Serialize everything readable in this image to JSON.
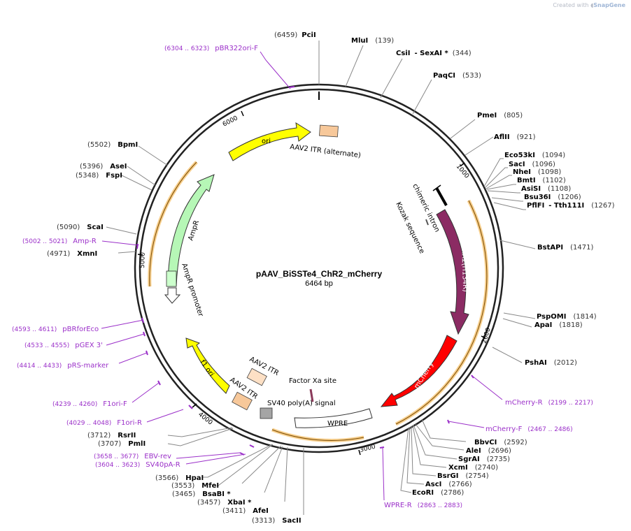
{
  "credit": {
    "prefix": "Created with",
    "brand": "SnapGene"
  },
  "plasmid": {
    "name": "pAAV_BiSSTe4_ChR2_mCherry",
    "size": "6464 bp",
    "length": 6464
  },
  "colors": {
    "chr2": "#8b2b63",
    "mcherry": "#ff0000",
    "ampr": "#b6f7b6",
    "ori": "#ffff00",
    "f1ori": "#ffff00",
    "itr": "#f7c89a",
    "primer": "#9b30c9",
    "orf": "#f0a830"
  },
  "ticks": [
    {
      "label": "1000"
    },
    {
      "label": "2000"
    },
    {
      "label": "3000"
    },
    {
      "label": "4000"
    },
    {
      "label": "5000"
    },
    {
      "label": "6000"
    }
  ],
  "features": [
    {
      "label": "ori"
    },
    {
      "label": "AAV2 ITR (alternate)"
    },
    {
      "label": "chimeric intron"
    },
    {
      "label": "Kozak sequence"
    },
    {
      "label": "ChR2(H134R)"
    },
    {
      "label": "mCherry"
    },
    {
      "label": "WPRE"
    },
    {
      "label": "SV40 poly(A) signal"
    },
    {
      "label": "Factor Xa site"
    },
    {
      "label": "AAV2 ITR"
    },
    {
      "label": "AAV2 ITR"
    },
    {
      "label": "f1 ori"
    },
    {
      "label": "AmpR"
    },
    {
      "label": "AmpR promoter"
    }
  ],
  "enzymes": [
    {
      "name": "PciI",
      "pos": "(6459)"
    },
    {
      "name": "MluI",
      "pos": "(139)"
    },
    {
      "name": "CsiI",
      "extra": "- SexAI *",
      "pos": "(344)"
    },
    {
      "name": "PaqCI",
      "pos": "(533)"
    },
    {
      "name": "PmeI",
      "pos": "(805)"
    },
    {
      "name": "AflII",
      "pos": "(921)"
    },
    {
      "name": "Eco53kI",
      "pos": "(1094)"
    },
    {
      "name": "SacI",
      "pos": "(1096)"
    },
    {
      "name": "NheI",
      "pos": "(1098)"
    },
    {
      "name": "BmtI",
      "pos": "(1102)"
    },
    {
      "name": "AsiSI",
      "pos": "(1108)"
    },
    {
      "name": "Bsu36I",
      "pos": "(1206)"
    },
    {
      "name": "PflFI",
      "extra": "- Tth111I",
      "pos": "(1267)"
    },
    {
      "name": "BstAPI",
      "pos": "(1471)"
    },
    {
      "name": "PspOMI",
      "pos": "(1814)"
    },
    {
      "name": "ApaI",
      "pos": "(1818)"
    },
    {
      "name": "PshAI",
      "pos": "(2012)"
    },
    {
      "name": "BbvCI",
      "pos": "(2592)"
    },
    {
      "name": "AleI",
      "pos": "(2696)"
    },
    {
      "name": "SgrAI",
      "pos": "(2735)"
    },
    {
      "name": "XcmI",
      "pos": "(2740)"
    },
    {
      "name": "BsrGI",
      "pos": "(2754)"
    },
    {
      "name": "AscI",
      "pos": "(2766)"
    },
    {
      "name": "EcoRI",
      "pos": "(2786)"
    },
    {
      "name": "SacII",
      "pos": "(3313)"
    },
    {
      "name": "AfeI",
      "pos": "(3411)"
    },
    {
      "name": "XbaI *",
      "pos": "(3457)"
    },
    {
      "name": "BsaBI *",
      "pos": "(3465)"
    },
    {
      "name": "MfeI",
      "pos": "(3553)"
    },
    {
      "name": "HpaI",
      "pos": "(3566)"
    },
    {
      "name": "PmlI",
      "pos": "(3707)"
    },
    {
      "name": "RsrII",
      "pos": "(3712)"
    },
    {
      "name": "XmnI",
      "pos": "(4971)"
    },
    {
      "name": "ScaI",
      "pos": "(5090)"
    },
    {
      "name": "FspI",
      "pos": "(5348)"
    },
    {
      "name": "AseI",
      "pos": "(5396)"
    },
    {
      "name": "BpmI",
      "pos": "(5502)"
    }
  ],
  "primers": [
    {
      "range": "(6304 .. 6323)",
      "name": "pBR322ori-F"
    },
    {
      "range": "(5002 .. 5021)",
      "name": "Amp-R"
    },
    {
      "range": "(4593 .. 4611)",
      "name": "pBRforEco"
    },
    {
      "range": "(4533 .. 4555)",
      "name": "pGEX 3'"
    },
    {
      "range": "(4414 .. 4433)",
      "name": "pRS-marker"
    },
    {
      "range": "(4239 .. 4260)",
      "name": "F1ori-F"
    },
    {
      "range": "(4029 .. 4048)",
      "name": "F1ori-R"
    },
    {
      "range": "(3658 .. 3677)",
      "name": "EBV-rev"
    },
    {
      "range": "(3604 .. 3623)",
      "name": "SV40pA-R"
    },
    {
      "name": "mCherry-R",
      "range": "(2199 .. 2217)"
    },
    {
      "name": "mCherry-F",
      "range": "(2467 .. 2486)"
    },
    {
      "name": "WPRE-R",
      "range": "(2863 .. 2883)"
    }
  ]
}
